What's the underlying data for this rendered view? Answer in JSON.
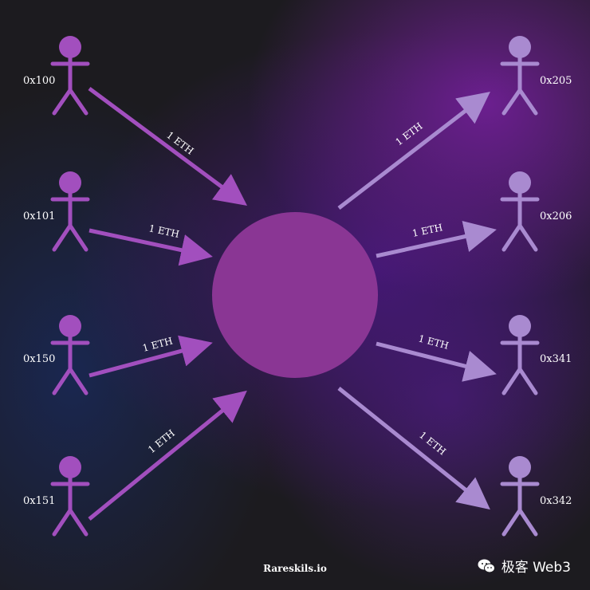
{
  "colors": {
    "sender": "#a24fbe",
    "receiver": "#a98ad0",
    "mixer": "#8a3694"
  },
  "senders": [
    {
      "address": "0x100",
      "amount": "1 ETH"
    },
    {
      "address": "0x101",
      "amount": "1 ETH"
    },
    {
      "address": "0x150",
      "amount": "1 ETH"
    },
    {
      "address": "0x151",
      "amount": "1 ETH"
    }
  ],
  "receivers": [
    {
      "address": "0x205",
      "amount": "1 ETH"
    },
    {
      "address": "0x206",
      "amount": "1 ETH"
    },
    {
      "address": "0x341",
      "amount": "1 ETH"
    },
    {
      "address": "0x342",
      "amount": "1 ETH"
    }
  ],
  "footer": {
    "credit": "Rareskils.io"
  },
  "watermark": {
    "text": "极客 Web3",
    "icon": "wechat-icon"
  }
}
